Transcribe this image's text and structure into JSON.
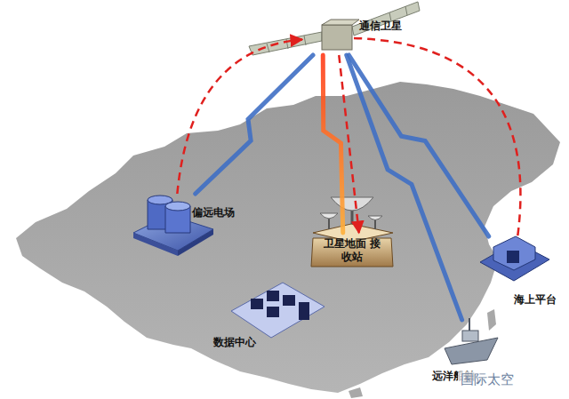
{
  "diagram": {
    "nodes": [
      {
        "text": [
          "通信卫星"
        ]
      },
      {
        "text": [
          "偏远电场"
        ]
      },
      {
        "text": [
          "卫星地面 接收站"
        ]
      },
      {
        "text": [
          "数据中心"
        ]
      },
      {
        "text": [
          "远洋船舶"
        ]
      },
      {
        "text": [
          "海上平台"
        ]
      }
    ],
    "edges": [
      {
        "from": 1,
        "to": 0,
        "arrow": "none"
      },
      {
        "from": 0,
        "to": 2,
        "arrow": "none"
      },
      {
        "from": 0,
        "to": 4,
        "arrow": "none"
      },
      {
        "from": 0,
        "to": 5,
        "arrow": "none"
      },
      {
        "from": 1,
        "to": 0,
        "arrow": "to"
      },
      {
        "from": 0,
        "to": 5,
        "arrow": "none"
      },
      {
        "from": 0,
        "to": 2,
        "arrow": "to"
      }
    ],
    "labels": [
      "国际太空"
    ]
  }
}
